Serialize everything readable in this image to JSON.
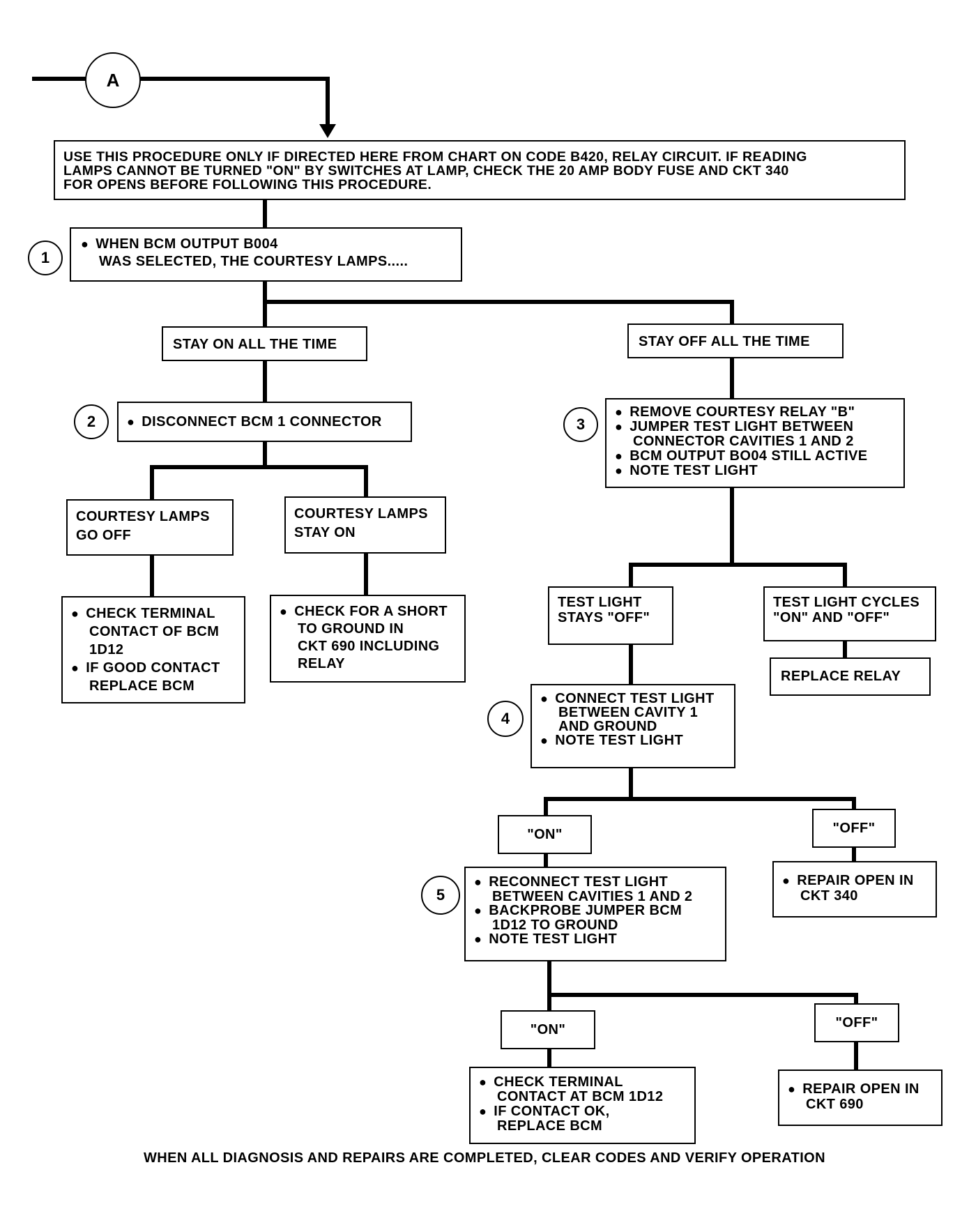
{
  "start_marker": "A",
  "intro": [
    "USE THIS PROCEDURE ONLY IF DIRECTED HERE FROM CHART ON CODE B420, RELAY CIRCUIT. IF READING",
    "LAMPS CANNOT BE TURNED \"ON\" BY SWITCHES AT LAMP, CHECK THE 20 AMP BODY FUSE AND CKT 340",
    "FOR OPENS BEFORE FOLLOWING THIS PROCEDURE."
  ],
  "steps": {
    "s1": {
      "num": "1",
      "lines": [
        "WHEN BCM OUTPUT B004",
        "WAS SELECTED, THE COURTESY LAMPS....."
      ]
    },
    "s2": {
      "num": "2",
      "lines": [
        "DISCONNECT BCM 1 CONNECTOR"
      ]
    },
    "s3": {
      "num": "3",
      "lines": [
        "REMOVE COURTESY RELAY \"B\"",
        "JUMPER TEST LIGHT BETWEEN",
        "CONNECTOR CAVITIES 1 AND 2",
        "BCM OUTPUT BO04 STILL ACTIVE",
        "NOTE TEST LIGHT"
      ]
    },
    "s4": {
      "num": "4",
      "lines": [
        "CONNECT TEST LIGHT",
        "BETWEEN CAVITY 1",
        "AND GROUND",
        "NOTE TEST LIGHT"
      ]
    },
    "s5": {
      "num": "5",
      "lines": [
        "RECONNECT TEST LIGHT",
        "BETWEEN CAVITIES 1 AND 2",
        "BACKPROBE JUMPER BCM",
        "1D12 TO GROUND",
        "NOTE TEST LIGHT"
      ]
    }
  },
  "results": {
    "stay_on": "STAY ON ALL THE TIME",
    "stay_off": "STAY OFF ALL THE TIME",
    "lamps_off": [
      "COURTESY LAMPS",
      "GO OFF"
    ],
    "lamps_on": [
      "COURTESY LAMPS",
      "STAY ON"
    ],
    "tl_off": [
      "TEST LIGHT",
      "STAYS \"OFF\""
    ],
    "tl_cycles": [
      "TEST LIGHT CYCLES",
      "\"ON\" AND \"OFF\""
    ],
    "s4_on": "\"ON\"",
    "s4_off": "\"OFF\"",
    "s5_on": "\"ON\"",
    "s5_off": "\"OFF\""
  },
  "actions": {
    "check_terminal_1": [
      "CHECK TERMINAL",
      "CONTACT OF BCM",
      "1D12",
      "IF GOOD CONTACT",
      "REPLACE BCM"
    ],
    "check_short": [
      "CHECK FOR A SHORT",
      "TO GROUND IN",
      "CKT 690 INCLUDING",
      "RELAY"
    ],
    "replace_relay": "REPLACE RELAY",
    "repair_340": [
      "REPAIR OPEN IN",
      "CKT 340"
    ],
    "check_terminal_2": [
      "CHECK TERMINAL",
      "CONTACT AT BCM 1D12",
      "IF CONTACT OK,",
      "REPLACE BCM"
    ],
    "repair_690": [
      "REPAIR OPEN IN",
      "CKT 690"
    ]
  },
  "footer": "WHEN ALL DIAGNOSIS AND REPAIRS ARE COMPLETED, CLEAR CODES AND VERIFY OPERATION"
}
